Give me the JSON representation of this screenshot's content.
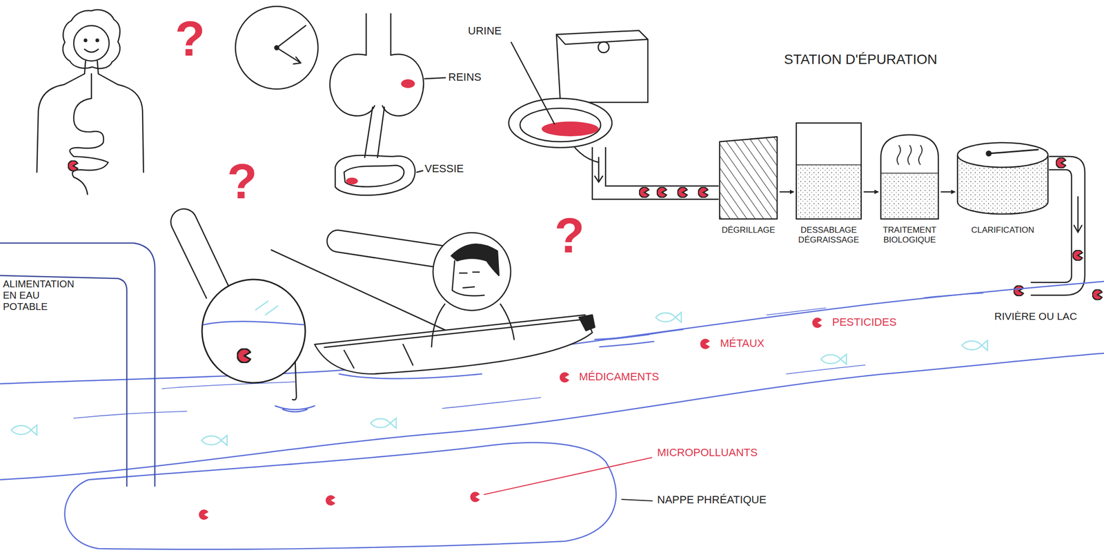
{
  "diagram": {
    "nodes": [
      {
        "text": [
          "DÉGRILLAGE"
        ]
      },
      {
        "text": [
          "DESSABLAGE DÉGRAISSAGE"
        ]
      },
      {
        "text": [
          "TRAITEMENT BIOLOGIQUE"
        ]
      },
      {
        "text": [
          "CLARIFICATION"
        ]
      }
    ],
    "edges": [
      {
        "from": 0,
        "to": 1,
        "arrow": "to"
      },
      {
        "from": 1,
        "to": 2,
        "arrow": "to"
      },
      {
        "from": 2,
        "to": 3,
        "arrow": "to"
      }
    ],
    "labels": [
      "?",
      "URINE",
      "REINS",
      "VESSIE",
      "STATION D'ÉPURATION",
      "?",
      "?",
      "ALIMENTATION EN EAU POTABLE",
      "RIVIÈRE OU LAC",
      "MÉDICAMENTS",
      "MÉTAUX",
      "PESTICIDES",
      "MICROPOLLUANTS",
      "NAPPE PHRÉATIQUE"
    ]
  }
}
